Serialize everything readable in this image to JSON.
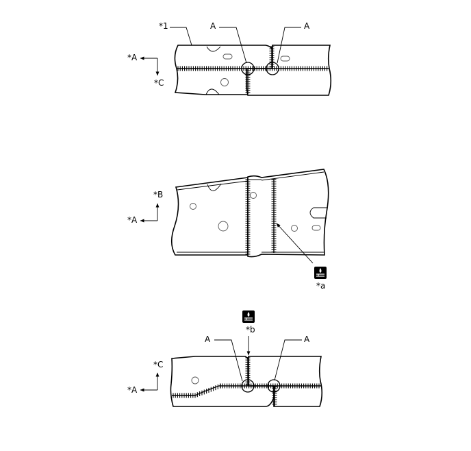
{
  "labels": {
    "part_1": "*1",
    "weld_point_a": "A",
    "direction_a": "*A",
    "direction_b": "*B",
    "direction_c": "*C",
    "sealer_a": "*a",
    "sealer_b": "*b"
  },
  "icons": {
    "sealer": "sealer-applicator-icon",
    "arrow": "direction-arrow-icon"
  },
  "colors": {
    "line": "#000000",
    "background": "#ffffff",
    "hole": "#555555"
  }
}
